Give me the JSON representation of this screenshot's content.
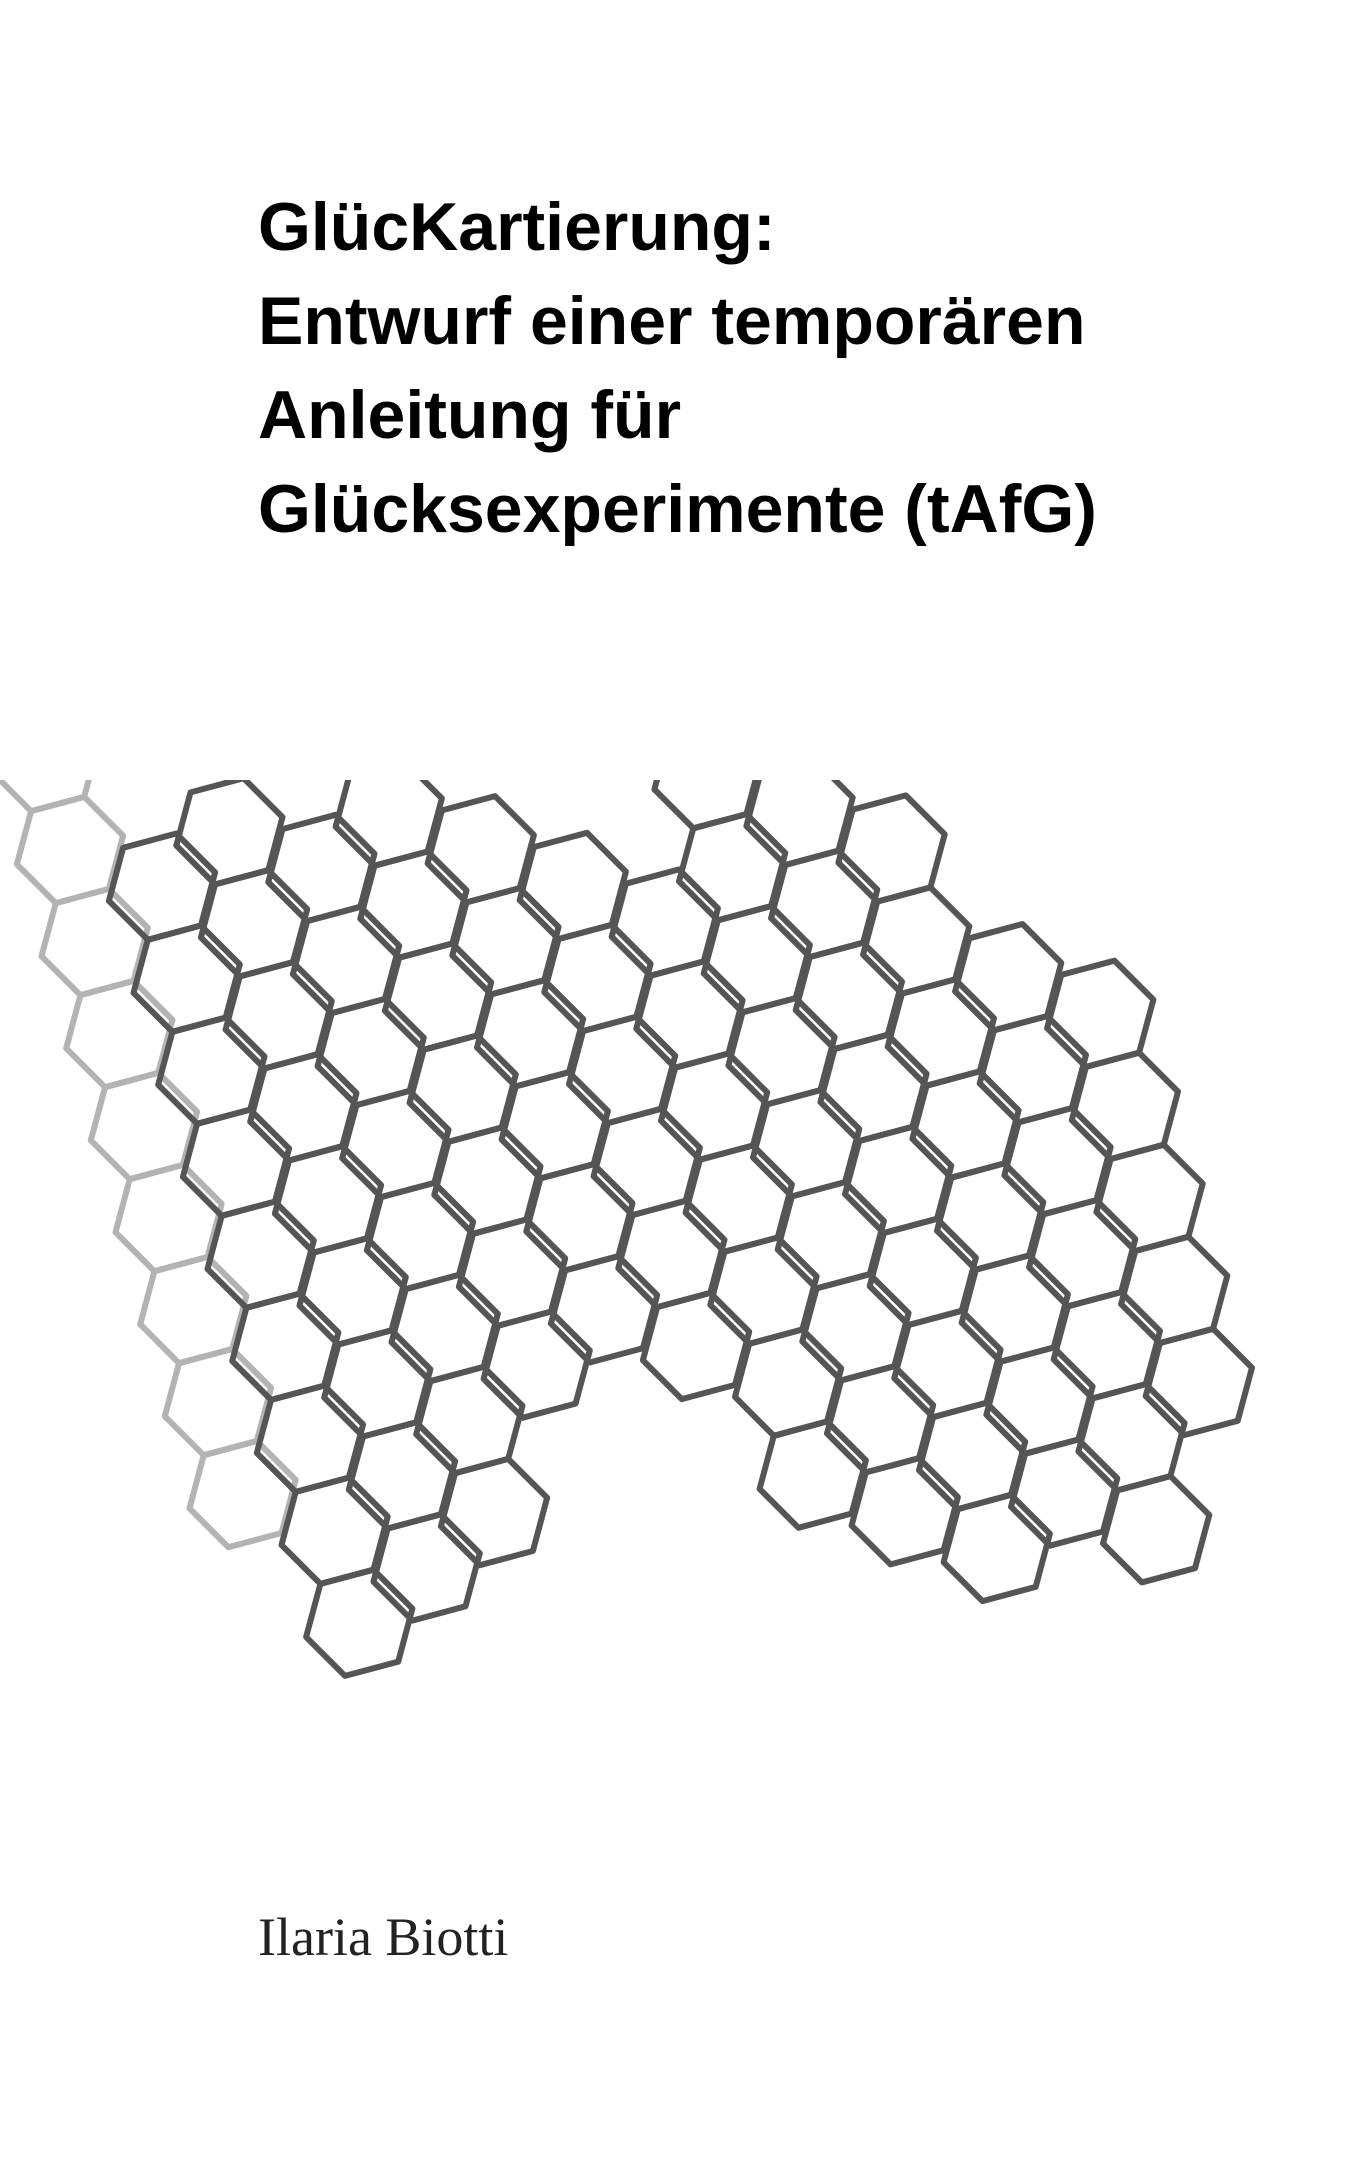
{
  "cover": {
    "title_lines": [
      "GlücKartierung:",
      "Entwurf einer temporären",
      "Anleitung für",
      "Glücksexperimente (tAfG)"
    ],
    "author": "Ilaria Biotti"
  },
  "colors": {
    "background": "#ffffff",
    "title_text": "#000000",
    "hex_stroke_dark": "#555555",
    "hex_stroke_light": "#b3b3b3"
  },
  "icons": {
    "decoration": "honeycomb-hexagon-grid"
  }
}
